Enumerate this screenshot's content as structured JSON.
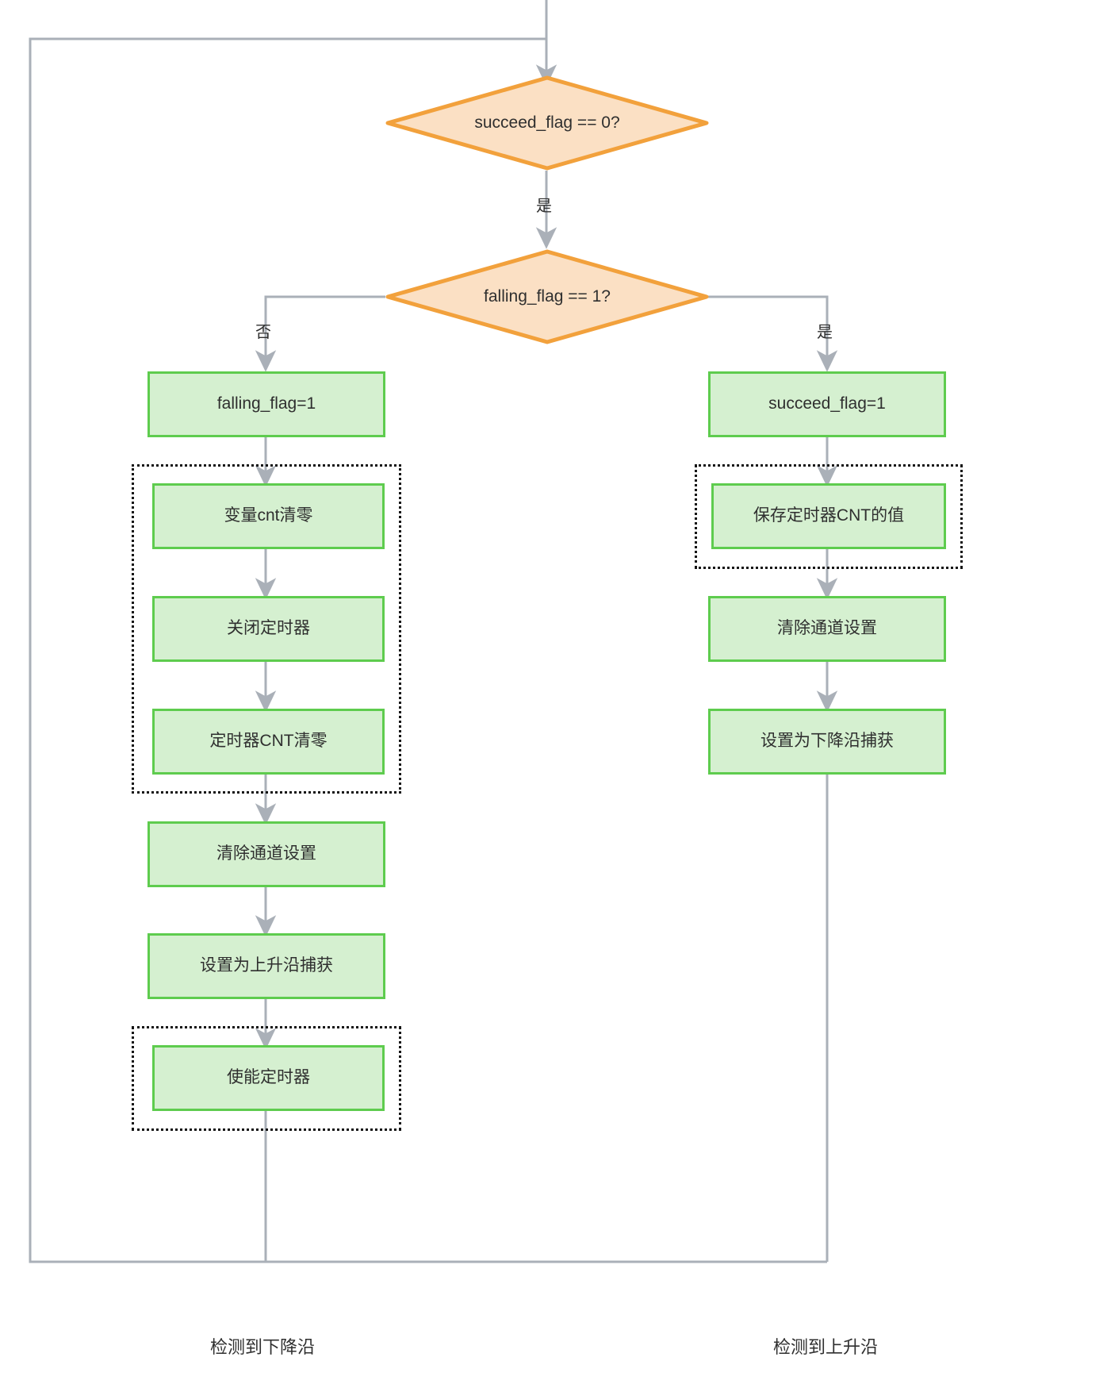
{
  "diagram": {
    "type": "flowchart",
    "title": "",
    "colors": {
      "decision_border": "#f2a13c",
      "decision_fill": "#fbe0c4",
      "process_border": "#5ecc4e",
      "process_fill": "#d5f0d0",
      "edge": "#aab0b8",
      "group_border": "#141414",
      "background": "#ffffff"
    },
    "decisions": [
      {
        "id": "d1",
        "label": "succeed_flag == 0?"
      },
      {
        "id": "d2",
        "label": "falling_flag == 1?"
      }
    ],
    "edge_labels": {
      "d1_yes": "是",
      "d2_no": "否",
      "d2_yes": "是"
    },
    "left_branch": {
      "nodes": [
        {
          "id": "l1",
          "label": "falling_flag=1"
        },
        {
          "id": "l2",
          "label": "变量cnt清零"
        },
        {
          "id": "l3",
          "label": "关闭定时器"
        },
        {
          "id": "l4",
          "label": "定时器CNT清零"
        },
        {
          "id": "l5",
          "label": "清除通道设置"
        },
        {
          "id": "l6",
          "label": "设置为上升沿捕获"
        },
        {
          "id": "l7",
          "label": "使能定时器"
        }
      ],
      "caption": "检测到下降沿"
    },
    "right_branch": {
      "nodes": [
        {
          "id": "r1",
          "label": "succeed_flag=1"
        },
        {
          "id": "r2",
          "label": "保存定时器CNT的值"
        },
        {
          "id": "r3",
          "label": "清除通道设置"
        },
        {
          "id": "r4",
          "label": "设置为下降沿捕获"
        }
      ],
      "caption": "检测到上升沿"
    }
  }
}
